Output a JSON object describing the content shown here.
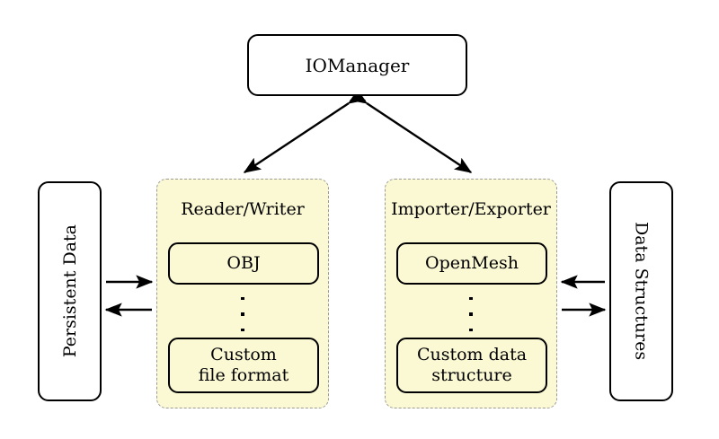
{
  "diagram": {
    "title_node": {
      "label": "IOManager"
    },
    "left_store": {
      "label": "Persistent Data"
    },
    "right_store": {
      "label": "Data Structures"
    },
    "panels": [
      {
        "id": "reader-writer",
        "title": "Reader/Writer",
        "top_item": "OBJ",
        "ellipsis": "⋮",
        "bottom_item_line1": "Custom",
        "bottom_item_line2": "file format"
      },
      {
        "id": "importer-exporter",
        "title": "Importer/Exporter",
        "top_item": "OpenMesh",
        "ellipsis": "⋮",
        "bottom_item_line1": "Custom data",
        "bottom_item_line2": "structure"
      }
    ],
    "connections": [
      {
        "name": "iomanager-to-reader-writer",
        "kind": "bidirectional-diagonal"
      },
      {
        "name": "iomanager-to-importer-exporter",
        "kind": "bidirectional-diagonal"
      },
      {
        "name": "persistent-data-to-reader-writer",
        "kind": "arrow-right"
      },
      {
        "name": "reader-writer-to-persistent-data",
        "kind": "arrow-left"
      },
      {
        "name": "data-structures-to-importer-exporter",
        "kind": "arrow-left"
      },
      {
        "name": "importer-exporter-to-data-structures",
        "kind": "arrow-right"
      }
    ],
    "colors": {
      "background": "#ffffff",
      "panel_fill": "#fbf8d4",
      "panel_border": "#9a9a9a",
      "stroke": "#000000"
    }
  }
}
